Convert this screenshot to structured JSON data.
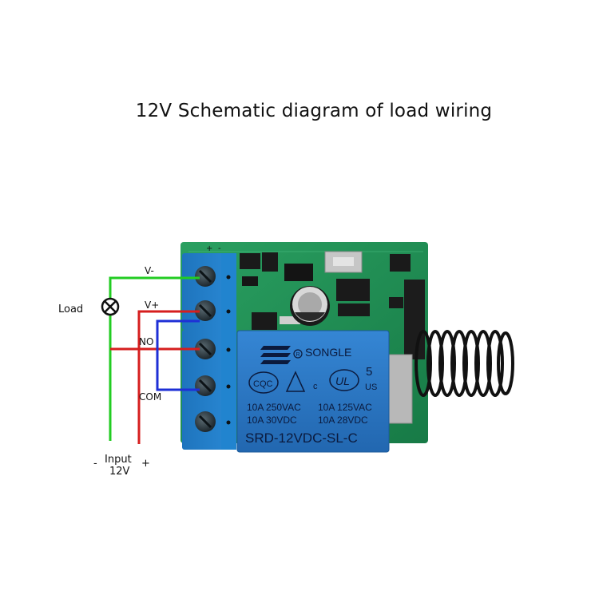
{
  "title": "12V  Schematic diagram of load wiring",
  "labels": {
    "v_minus": "V-",
    "v_plus": "V+",
    "no": "NO",
    "com": "COM",
    "load": "Load",
    "input": "Input",
    "voltage": "12V",
    "minus": "-",
    "plus": "+"
  },
  "relay": {
    "brand": "SONGLE",
    "cqc": "CQC",
    "ce": "c",
    "us": "US",
    "ul_num": "5",
    "rating_1": "10A 250VAC",
    "rating_2": "10A 30VDC",
    "rating_3": "10A 125VAC",
    "rating_4": "10A 28VDC",
    "model": "SRD-12VDC-SL-C"
  },
  "pcb_marks": {
    "plus": "+",
    "minus": "-"
  },
  "colors": {
    "wire_green": "#22cc22",
    "wire_red": "#d61e1e",
    "wire_blue": "#1e2fd6",
    "pcb": "#1f8f55",
    "terminal": "#1f7fc8",
    "relay": "#2a7bc9"
  }
}
